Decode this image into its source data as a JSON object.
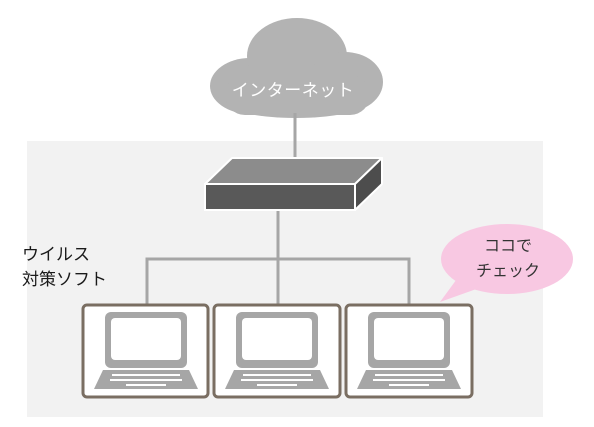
{
  "cloud": {
    "label": "インターネット"
  },
  "antivirus": {
    "line1": "ウイルス",
    "line2": "対策ソフト"
  },
  "callout": {
    "line1": "ココで",
    "line2": "チェック"
  },
  "colors": {
    "lan_area": "#f2f2f2",
    "cloud": "#b3b3b3",
    "router_top": "#8c8c8c",
    "router_front": "#595959",
    "cable": "#a6a6a6",
    "pc_frame": "#7a6e62",
    "laptop": "#a6a6a6",
    "callout": "#f8c8e2"
  },
  "icons": [
    "cloud-icon",
    "router-icon",
    "laptop-icon",
    "laptop-icon",
    "laptop-icon",
    "speech-bubble-icon"
  ]
}
